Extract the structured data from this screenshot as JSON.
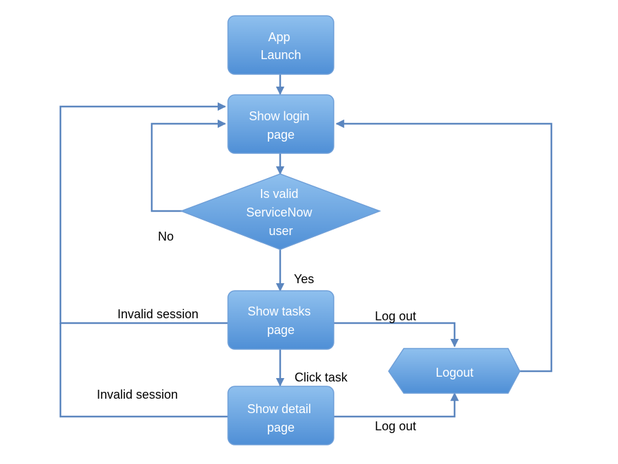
{
  "colors": {
    "node_fill_top": "#8fc0ee",
    "node_fill_bottom": "#4f8fd6",
    "node_stroke": "#6f9fd8",
    "edge": "#5b86bf",
    "node_text": "#ffffff",
    "label_text": "#000000"
  },
  "nodes": {
    "app_launch": {
      "shape": "rounded-rectangle",
      "lines": [
        "App",
        "Launch"
      ]
    },
    "show_login": {
      "shape": "rounded-rectangle",
      "lines": [
        "Show login",
        "page"
      ]
    },
    "is_valid_user": {
      "shape": "diamond",
      "lines": [
        "Is valid",
        "ServiceNow",
        "user"
      ]
    },
    "show_tasks": {
      "shape": "rounded-rectangle",
      "lines": [
        "Show tasks",
        "page"
      ]
    },
    "show_detail": {
      "shape": "rounded-rectangle",
      "lines": [
        "Show detail",
        "page"
      ]
    },
    "logout": {
      "shape": "hexagon",
      "lines": [
        "Logout"
      ]
    }
  },
  "edge_labels": {
    "no": "No",
    "yes": "Yes",
    "invalid_session_tasks": "Invalid session",
    "invalid_session_detail": "Invalid session",
    "log_out_tasks": "Log out",
    "log_out_detail": "Log out",
    "click_task": "Click task"
  }
}
